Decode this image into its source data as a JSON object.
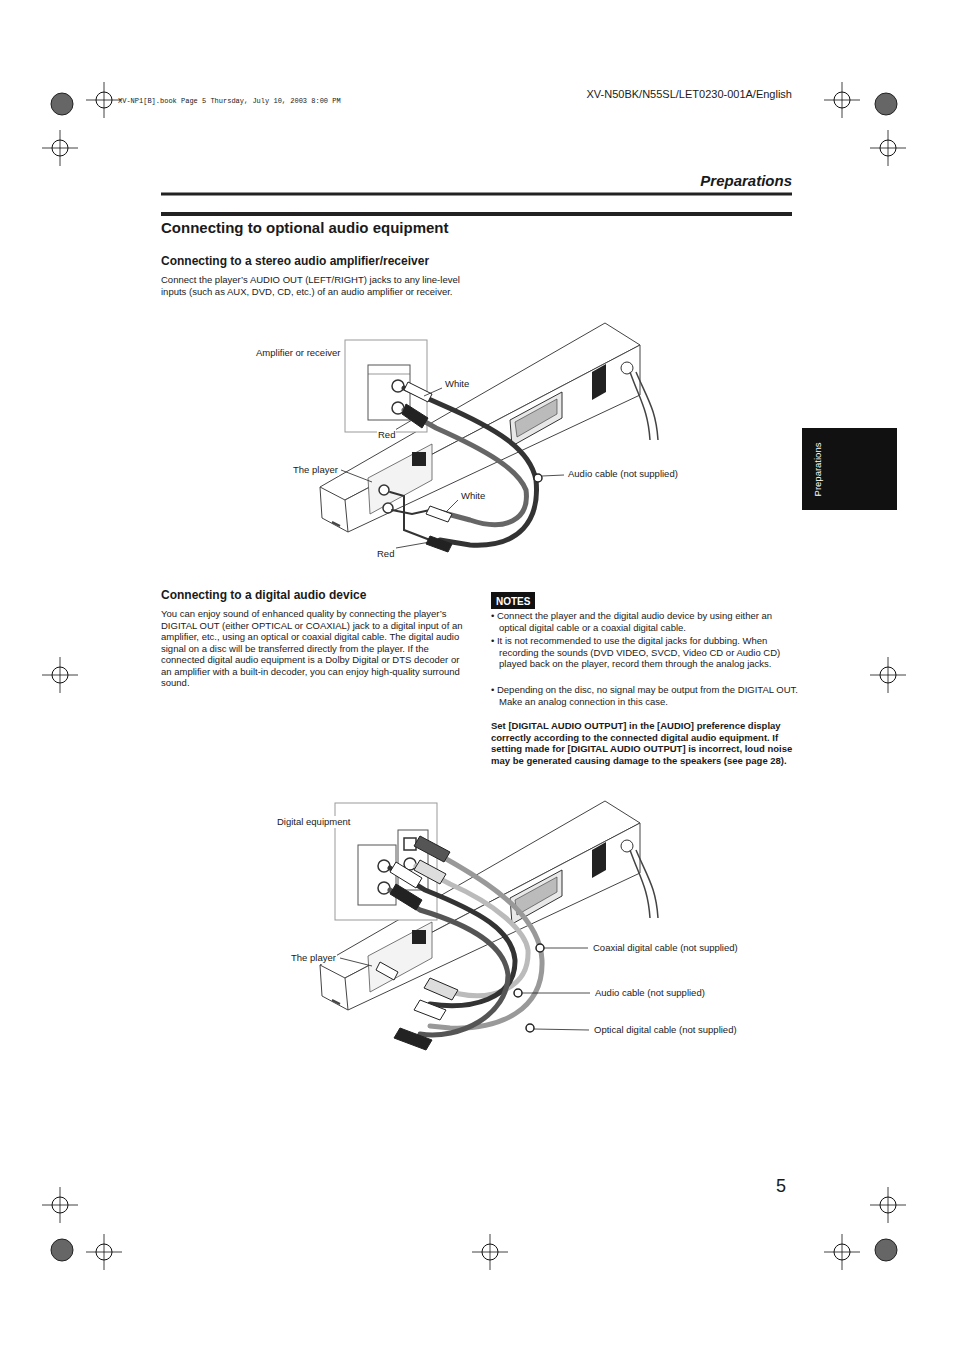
{
  "diagram": {
    "title": "Connecting to optional audio equipment",
    "nodes": [
      {
        "text": [
          "Preparations"
        ]
      },
      {
        "text": [
          "NOTES"
        ]
      }
    ],
    "labels": [
      "XV-NP1[B].book  Page 5  Thursday, July 10, 2003  8:00 PM",
      "XV-N50BK/N55SL/LET0230-001A/English",
      "Preparations",
      "Connecting to a stereo audio amplifier/receiver",
      "Connect the player’s AUDIO OUT (LEFT/RIGHT) jacks to any line-level inputs (such as AUX, DVD, CD, etc.) of an audio amplifier or receiver.",
      "Amplifier or receiver",
      "White",
      "Red",
      "The player",
      "Audio cable (not supplied)",
      "White",
      "Red",
      "Connecting to a digital audio device",
      "You can enjoy sound of enhanced quality by connecting the player’s DIGITAL OUT (either OPTICAL or COAXIAL) jack to a digital input of an amplifier, etc., using an optical or coaxial digital cable. The digital audio signal on a disc will be transferred directly from the player. If the connected digital audio equipment is a Dolby Digital or DTS decoder or an amplifier with a built-in decoder, you can enjoy high-quality surround sound.",
      "• Connect the player and the digital audio device by using either an optical digital cable or a coaxial digital cable.",
      "• It is not recommended to use the digital jacks for dubbing. When recording the sounds (DVD VIDEO, SVCD, Video CD or Audio CD) played back on the player, record them through the analog jacks.",
      "• Depending on the disc, no signal may be output from the DIGITAL OUT. Make an analog connection in this case.",
      "Set [DIGITAL AUDIO OUTPUT] in the [AUDIO] preference display correctly according to the connected digital audio equipment. If setting made for [DIGITAL AUDIO OUTPUT] is incorrect, loud noise may be generated causing damage to the speakers (see page 28).",
      "Digital equipment",
      "The player",
      "Coaxial digital cable (not supplied)",
      "Audio cable (not supplied)",
      "Optical digital cable (not supplied)",
      "5"
    ]
  }
}
